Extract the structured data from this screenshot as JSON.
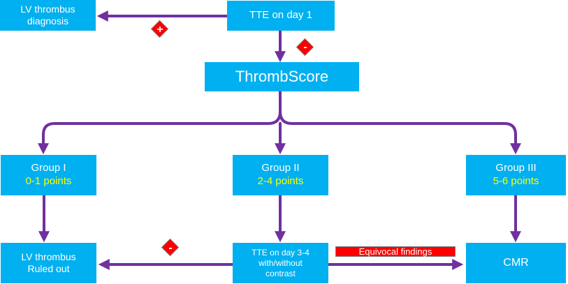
{
  "colors": {
    "box": "#00b0f0",
    "arrow": "#7030a0",
    "diamond": "#ff0000",
    "points_text": "#ffff00"
  },
  "nodes": {
    "tte_day1": {
      "label": "TTE on day 1"
    },
    "lv_diagnosis": {
      "line1": "LV thrombus",
      "line2": "diagnosis"
    },
    "thrombscore": {
      "label": "ThrombScore"
    },
    "group1": {
      "label": "Group I",
      "points": "0-1 points"
    },
    "group2": {
      "label": "Group II",
      "points": "2-4 points"
    },
    "group3": {
      "label": "Group III",
      "points": "5-6 points"
    },
    "ruled_out": {
      "line1": "LV thrombus",
      "line2": "Ruled out"
    },
    "tte_day34": {
      "line1": "TTE on day 3-4",
      "line2": "with/without",
      "line3": "contrast"
    },
    "cmr": {
      "label": "CMR"
    }
  },
  "edge_labels": {
    "positive": "+",
    "negative_1": "-",
    "negative_2": "-",
    "equivocal": "Equivocal findings"
  }
}
